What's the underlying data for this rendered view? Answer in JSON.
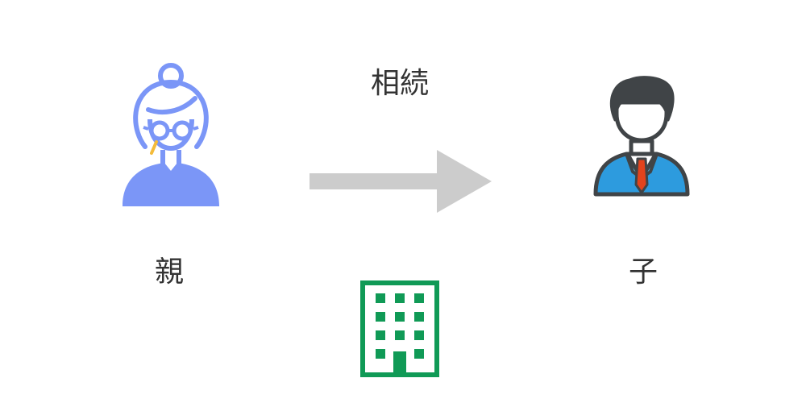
{
  "diagram": {
    "action_label": "相続",
    "parent_label": "親",
    "child_label": "子"
  },
  "icons": {
    "parent": "elderly-woman-icon",
    "arrow": "arrow-right-icon",
    "child": "businessman-icon",
    "building": "building-icon"
  },
  "colors": {
    "parent_stroke": "#7b96f7",
    "parent_accent": "#f4bb3a",
    "arrow": "#cccccc",
    "child_outline": "#404447",
    "child_suit": "#2d9bde",
    "child_tie": "#e2431c",
    "building": "#109a56",
    "text": "#333333"
  }
}
